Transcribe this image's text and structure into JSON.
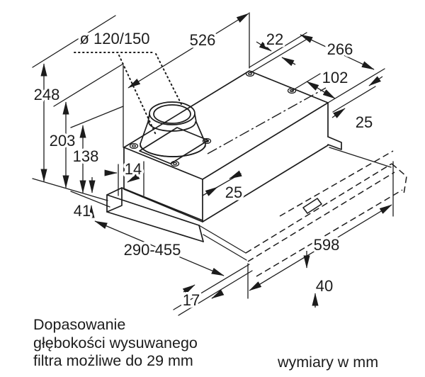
{
  "figure": {
    "duct_label": "ø 120/150",
    "units_note": "wymiary w mm",
    "caption": [
      "Dopasowanie",
      "głębokości wysuwanego",
      "filtra możliwe do 29 mm"
    ],
    "dims": {
      "total_height": "248",
      "mid_height": "203",
      "lower_height": "138",
      "top_width": "526",
      "top_offset": "22",
      "rear_depth": "266",
      "hole_spacing": "102",
      "rear_edge_offset": "25",
      "front_edge_offset": "25",
      "front_lip": "14",
      "visor_height": "41",
      "depth_range": "290-455",
      "panel_gap": "17",
      "visor_width": "598",
      "visor_depth": "40"
    },
    "colors": {
      "line": "#1c1c1c",
      "background": "#ffffff"
    }
  }
}
